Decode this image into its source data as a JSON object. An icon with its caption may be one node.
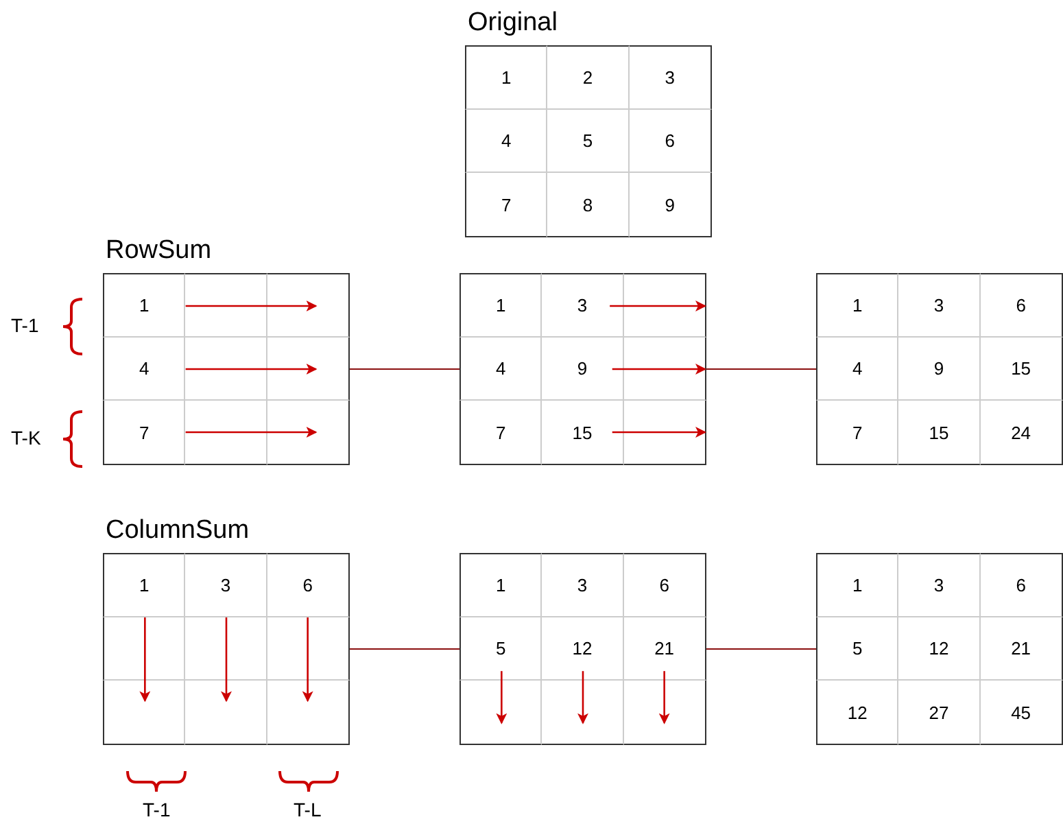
{
  "diagram": {
    "nodes": [
      {
        "text": [
          "Original"
        ]
      },
      {
        "text": [
          "1"
        ],
        "in": 0
      },
      {
        "text": [
          "2"
        ],
        "in": 0
      },
      {
        "text": [
          "3"
        ],
        "in": 0
      },
      {
        "text": [
          "4"
        ],
        "in": 0
      },
      {
        "text": [
          "5"
        ],
        "in": 0
      },
      {
        "text": [
          "6"
        ],
        "in": 0
      },
      {
        "text": [
          "7"
        ],
        "in": 0
      },
      {
        "text": [
          "8"
        ],
        "in": 0
      },
      {
        "text": [
          "9"
        ],
        "in": 0
      },
      {
        "text": [
          "RowSum"
        ]
      },
      {
        "text": [
          "1"
        ],
        "in": 10
      },
      {
        "text": [],
        "shape": "box",
        "in": 10
      },
      {
        "text": [],
        "shape": "box",
        "in": 10
      },
      {
        "text": [
          "4"
        ],
        "in": 10
      },
      {
        "text": [],
        "shape": "box",
        "in": 10
      },
      {
        "text": [],
        "shape": "box",
        "in": 10
      },
      {
        "text": [
          "7"
        ],
        "in": 10
      },
      {
        "text": [],
        "shape": "box",
        "in": 10
      },
      {
        "text": [],
        "shape": "box",
        "in": 10
      },
      {
        "text": [],
        "shape": "box"
      },
      {
        "text": [
          "1"
        ],
        "in": 20
      },
      {
        "text": [
          "3"
        ],
        "in": 20
      },
      {
        "text": [],
        "shape": "box",
        "in": 20
      },
      {
        "text": [
          "4"
        ],
        "in": 20
      },
      {
        "text": [
          "9"
        ],
        "in": 20
      },
      {
        "text": [],
        "shape": "box",
        "in": 20
      },
      {
        "text": [
          "7"
        ],
        "in": 20
      },
      {
        "text": [
          "15"
        ],
        "in": 20
      },
      {
        "text": [],
        "shape": "box",
        "in": 20
      },
      {
        "text": [],
        "shape": "box"
      },
      {
        "text": [
          "1"
        ],
        "in": 30
      },
      {
        "text": [
          "3"
        ],
        "in": 30
      },
      {
        "text": [
          "6"
        ],
        "in": 30
      },
      {
        "text": [
          "4"
        ],
        "in": 30
      },
      {
        "text": [
          "9"
        ],
        "in": 30
      },
      {
        "text": [
          "15"
        ],
        "in": 30
      },
      {
        "text": [
          "7"
        ],
        "in": 30
      },
      {
        "text": [
          "15"
        ],
        "in": 30
      },
      {
        "text": [
          "24"
        ],
        "in": 30
      },
      {
        "text": [
          "ColumnSum"
        ]
      },
      {
        "text": [
          "1"
        ],
        "in": 40
      },
      {
        "text": [
          "3"
        ],
        "in": 40
      },
      {
        "text": [
          "6"
        ],
        "in": 40
      },
      {
        "text": [],
        "shape": "box",
        "in": 40
      },
      {
        "text": [],
        "shape": "box",
        "in": 40
      },
      {
        "text": [],
        "shape": "box",
        "in": 40
      },
      {
        "text": [],
        "shape": "box",
        "in": 40
      },
      {
        "text": [],
        "shape": "box",
        "in": 40
      },
      {
        "text": [],
        "shape": "box",
        "in": 40
      },
      {
        "text": [],
        "shape": "box"
      },
      {
        "text": [
          "1"
        ],
        "in": 50
      },
      {
        "text": [
          "3"
        ],
        "in": 50
      },
      {
        "text": [
          "6"
        ],
        "in": 50
      },
      {
        "text": [
          "5"
        ],
        "in": 50
      },
      {
        "text": [
          "12"
        ],
        "in": 50
      },
      {
        "text": [
          "21"
        ],
        "in": 50
      },
      {
        "text": [],
        "shape": "box",
        "in": 50
      },
      {
        "text": [],
        "shape": "box",
        "in": 50
      },
      {
        "text": [],
        "shape": "box",
        "in": 50
      },
      {
        "text": [],
        "shape": "box"
      },
      {
        "text": [
          "1"
        ],
        "in": 60
      },
      {
        "text": [
          "3"
        ],
        "in": 60
      },
      {
        "text": [
          "6"
        ],
        "in": 60
      },
      {
        "text": [
          "5"
        ],
        "in": 60
      },
      {
        "text": [
          "12"
        ],
        "in": 60
      },
      {
        "text": [
          "21"
        ],
        "in": 60
      },
      {
        "text": [
          "12"
        ],
        "in": 60
      },
      {
        "text": [
          "27"
        ],
        "in": 60
      },
      {
        "text": [
          "45"
        ],
        "in": 60
      }
    ],
    "edges": [
      {
        "from": 10,
        "to": 20,
        "arrow": "none",
        "color": "#8b1010"
      },
      {
        "from": 20,
        "to": 30,
        "arrow": "none",
        "color": "#8b1010"
      },
      {
        "from": 40,
        "to": 50,
        "arrow": "none",
        "color": "#8b1010"
      },
      {
        "from": 50,
        "to": 60,
        "arrow": "none",
        "color": "#8b1010"
      },
      {
        "from": 12,
        "to": 13,
        "arrow": "to"
      },
      {
        "from": 15,
        "to": 16,
        "arrow": "to"
      },
      {
        "from": 18,
        "to": 19,
        "arrow": "to"
      },
      {
        "from": 22,
        "to": 23,
        "arrow": "to"
      },
      {
        "from": 25,
        "to": 26,
        "arrow": "to"
      },
      {
        "from": 28,
        "to": 29,
        "arrow": "to"
      },
      {
        "from": 44,
        "to": 47,
        "arrow": "to"
      },
      {
        "from": 45,
        "to": 48,
        "arrow": "to"
      },
      {
        "from": 46,
        "to": 49,
        "arrow": "to"
      },
      {
        "from": 54,
        "to": 57,
        "arrow": "to"
      },
      {
        "from": 55,
        "to": 58,
        "arrow": "to"
      },
      {
        "from": 56,
        "to": 59,
        "arrow": "to"
      }
    ],
    "labels": [
      "T-1",
      "T-K",
      "T-1",
      "T-L"
    ]
  }
}
